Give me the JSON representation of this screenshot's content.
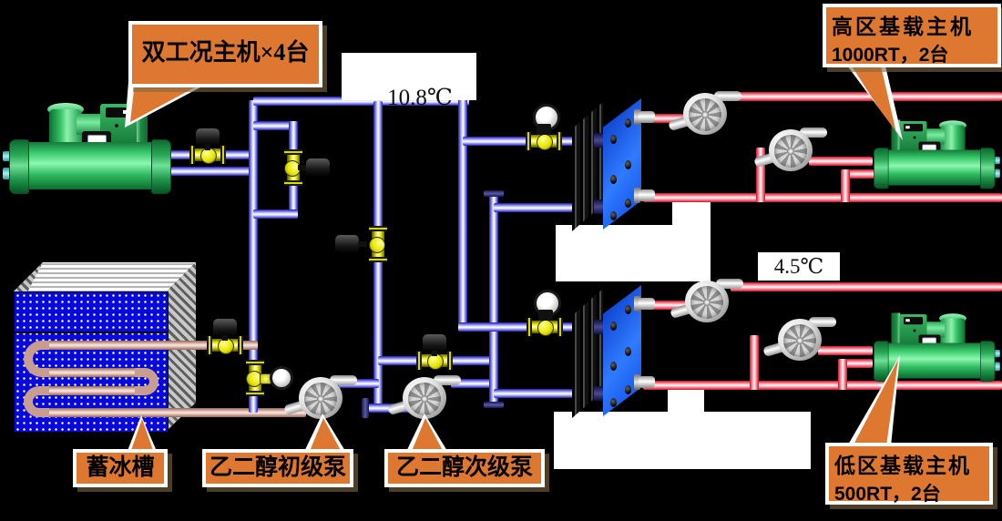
{
  "callouts": {
    "dual_mode": {
      "text": "双工况主机×4台"
    },
    "high_zone": {
      "line1": "高区基载主机",
      "line2": "1000RT，2台"
    },
    "low_zone": {
      "line1": "低区基载主机",
      "line2": "500RT，2台"
    },
    "ice_tank": {
      "text": "蓄冰槽"
    },
    "glycol_primary": {
      "text": "乙二醇初级泵"
    },
    "glycol_secondary": {
      "text": "乙二醇次级泵"
    }
  },
  "temperatures": {
    "glycol_supply": {
      "value": "10.8℃"
    },
    "chilled_water_supply": {
      "value": "4.5℃"
    }
  },
  "equipment_counts": {
    "chillers": 3,
    "plate_heat_exchangers": 2,
    "pumps": 6,
    "motorized_valves": 8,
    "ice_storage_tanks": 1
  },
  "colors": {
    "background": "#000000",
    "callout_fill": "#DE7831",
    "callout_border": "#FFFFFF",
    "glycol_pipe_blue": "#8A8AF2",
    "chilled_water_pipe_red": "#F04050",
    "coil_pipe_pink": "#D4A89A",
    "chiller_green": "#31BD60",
    "heat_exchanger_blue": "#1E5BEF",
    "ice_tank_blue": "#0808DD",
    "valve_yellow": "#E8E800"
  }
}
